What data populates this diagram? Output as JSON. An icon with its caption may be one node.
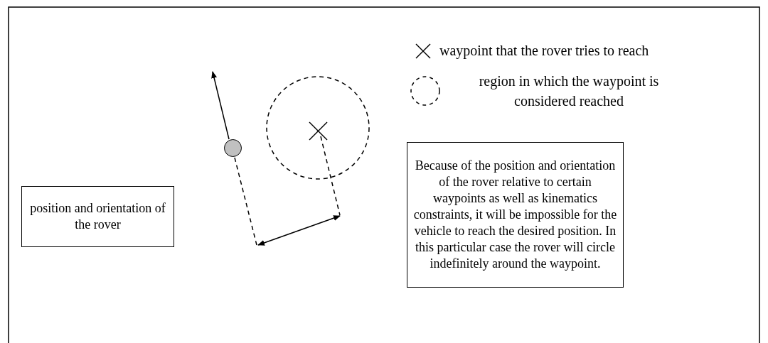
{
  "diagram": {
    "nodes": [
      {
        "text": [
          "position and orientation of the rover"
        ]
      },
      {
        "text": [],
        "shape": "circle"
      },
      {
        "text": [
          "Because of the position and orientation of the rover relative to certain waypoints as well as kinematics constraints, it will be impossible for the vehicle to reach the desired position. In this particular case the rover will circle indefinitely around the waypoint."
        ]
      }
    ],
    "edges": [],
    "legend": [
      {
        "text": "waypoint that the rover tries to reach"
      },
      {
        "text": "region in which the waypoint is considered reached"
      }
    ]
  }
}
